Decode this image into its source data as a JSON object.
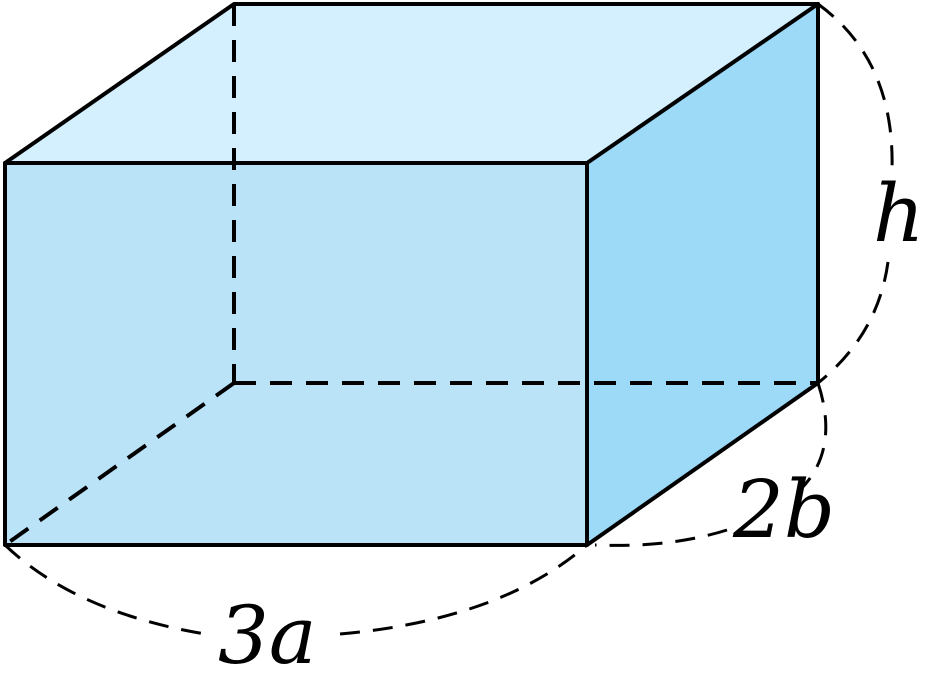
{
  "figure": {
    "labels": {
      "length": "3a",
      "depth": "2b",
      "height": "h"
    },
    "colors": {
      "top_face": "#d4effd",
      "front_face": "#bae3f8",
      "side_face": "#9ddaf7",
      "edge": "#000000"
    }
  }
}
